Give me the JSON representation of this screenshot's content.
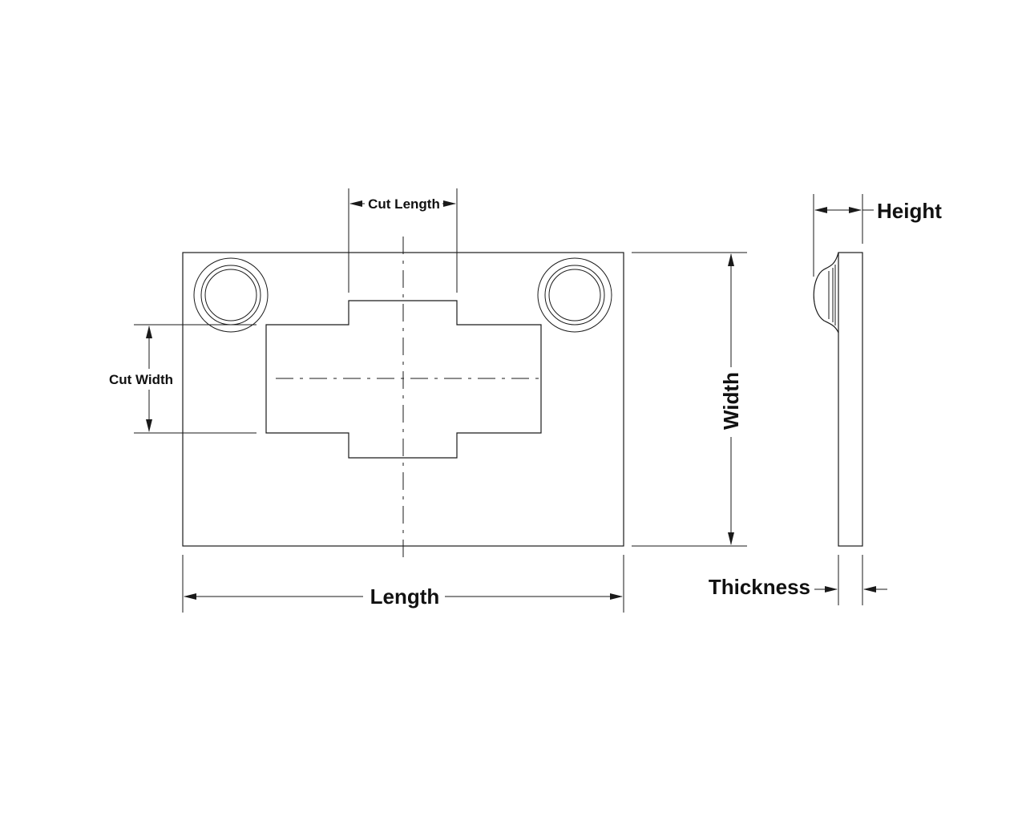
{
  "labels": {
    "cut_length": "Cut Length",
    "cut_width": "Cut Width",
    "width": "Width",
    "length": "Length",
    "height": "Height",
    "thickness": "Thickness"
  },
  "colors": {
    "line": "#1a1a1a",
    "background": "#ffffff"
  }
}
